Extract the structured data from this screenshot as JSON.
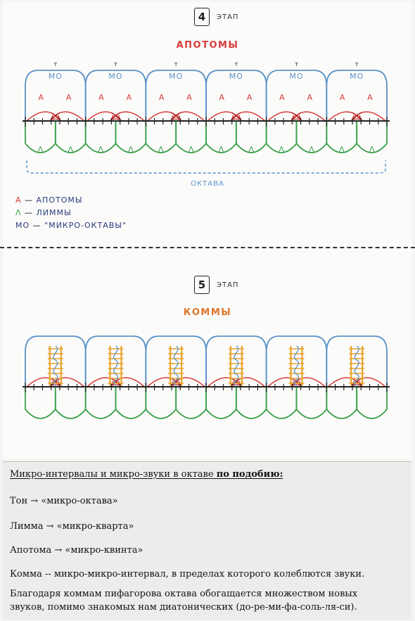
{
  "stage4": {
    "number": "4",
    "label": "ЭТАП",
    "title": "АПОТОМЫ",
    "tone_mark": "т",
    "micro_octave_label": "МО",
    "apotome_label": "А",
    "limma_label": "Λ",
    "octave_label": "ОКТАВА",
    "legend": [
      {
        "abbr": "А",
        "dash": " — ",
        "text": "АПОТОМЫ",
        "color": "#d83b3b"
      },
      {
        "abbr": "Λ",
        "dash": " — ",
        "text": "ЛИММЫ",
        "color": "#3aa04a"
      },
      {
        "abbr": "МО",
        "dash": " — ",
        "text": "\"МИКРО-ОКТАВЫ\"",
        "color": "#2b3a7a"
      }
    ]
  },
  "stage5": {
    "number": "5",
    "label": "ЭТАП",
    "title": "КОММЫ"
  },
  "text_panel": {
    "heading": "Микро-интервалы  и  микро-звуки в октаве",
    "heading_emph": "по  подобию:",
    "lines": [
      "Тон → «микро-октава»",
      "Лимма → «микро-кварта»",
      "Апотома → «микро-квинта»",
      "Комма  --  микро-микро-интервал, в пределах которого колеблются звуки.",
      "Благодаря коммам пифагорова октава обогащается множеством новых",
      "звуков, помимо знакомых нам диатонических (до-ре-ми-фа-соль-ля-си)."
    ]
  },
  "colors": {
    "apotome_red": "#d83b3b",
    "limma_green": "#3aa04a",
    "micro_octave_blue": "#5a93c8",
    "comma_orange": "#e8a12a",
    "title4": "#d83b3b",
    "title5": "#e0762a"
  }
}
